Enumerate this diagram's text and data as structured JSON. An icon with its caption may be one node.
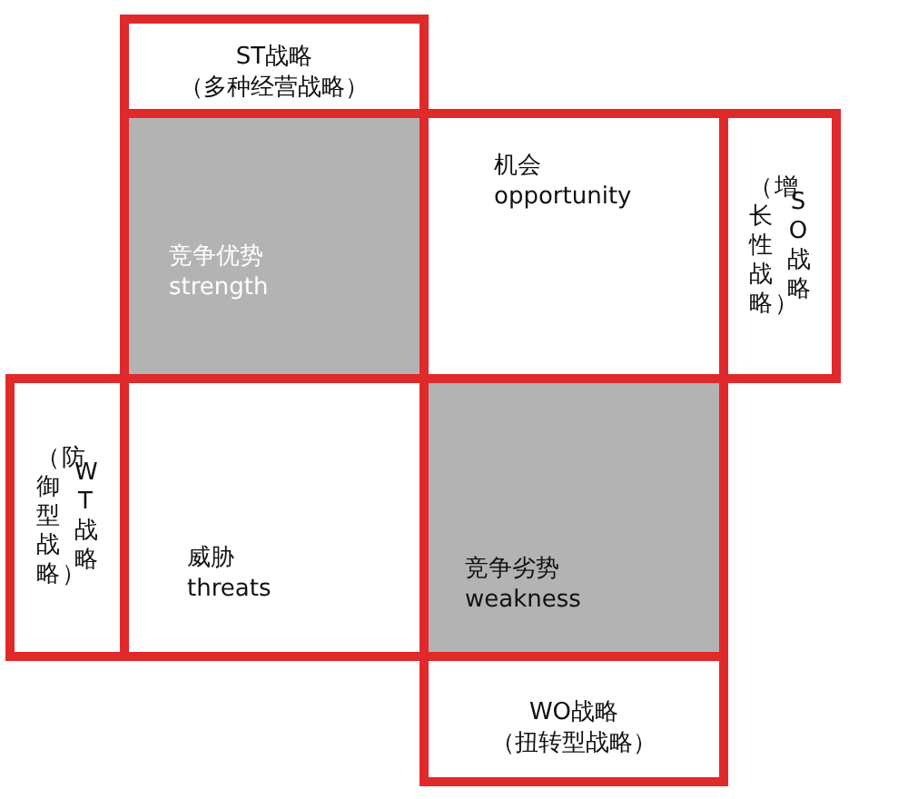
{
  "diagram": {
    "nodes": [
      {
        "text": [
          "ST战略",
          "（多种经营战略）"
        ]
      },
      {
        "text": [
          "竞争优势",
          "strength"
        ]
      },
      {
        "text": [
          "机会",
          "opportunity"
        ]
      },
      {
        "text": [
          "（增长性战略）",
          "SO战略"
        ]
      },
      {
        "text": [
          "（防御型战略）",
          "WT战略"
        ]
      },
      {
        "text": [
          "威胁",
          "threats"
        ]
      },
      {
        "text": [
          "竞争劣势",
          "weakness"
        ]
      },
      {
        "text": [
          "WO战略",
          "（扭转型战略）"
        ]
      }
    ]
  }
}
